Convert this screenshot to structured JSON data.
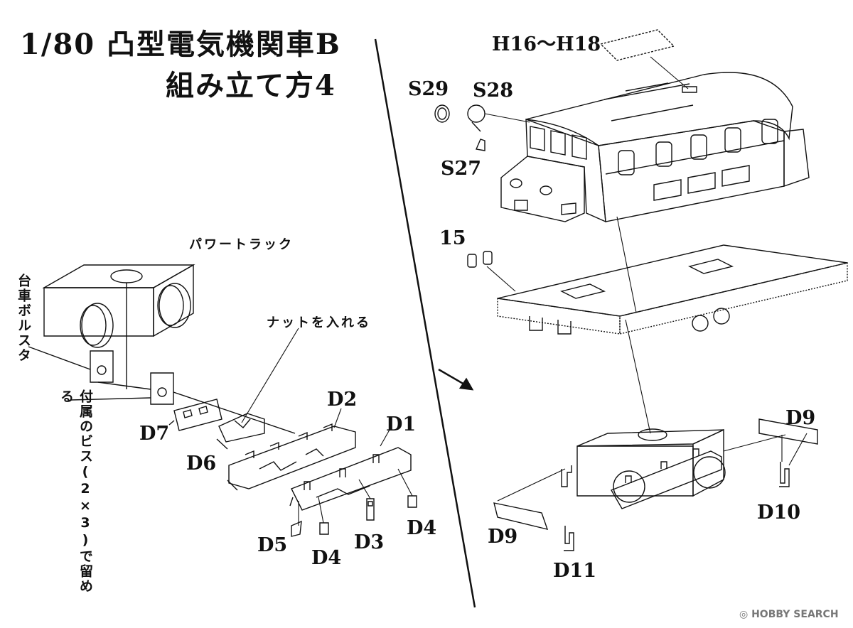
{
  "title": {
    "line1": "1/80 凸型電気機関車B",
    "line2": "組み立て方4"
  },
  "notes": {
    "power_truck": "パワートラック",
    "insert_nut": "ナットを入れる",
    "truck_bolster": "台車ボルスタ",
    "screws": "付属のビス(2×3)で留める"
  },
  "part_labels": {
    "h16_h18": "H16～H18",
    "s29": "S29",
    "s28": "S28",
    "s27": "S27",
    "p15": "15",
    "d2": "D2",
    "d1": "D1",
    "d7": "D7",
    "d6": "D6",
    "d5": "D5",
    "d4a": "D4",
    "d3": "D3",
    "d4b": "D4",
    "d9a": "D9",
    "d9b": "D9",
    "d10": "D10",
    "d11": "D11"
  },
  "watermark": "HOBBY SEARCH"
}
